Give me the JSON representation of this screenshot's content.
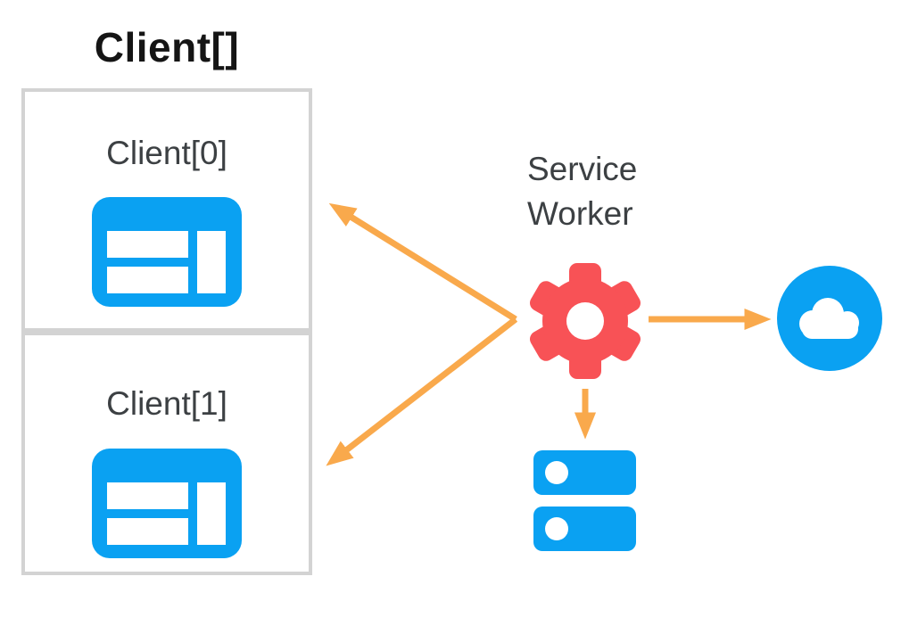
{
  "diagram": {
    "title": "Client[]",
    "clients": [
      {
        "label": "Client[0]",
        "icon": "browser-window-icon"
      },
      {
        "label": "Client[1]",
        "icon": "browser-window-icon"
      }
    ],
    "service_worker": {
      "label_line1": "Service",
      "label_line2": "Worker",
      "icon": "gear-icon"
    },
    "network": {
      "icon": "cloud-icon"
    },
    "storage": {
      "icon": "database-icon"
    },
    "arrows": [
      {
        "name": "arrow-to-client0",
        "from": "service-worker",
        "to": "client-0"
      },
      {
        "name": "arrow-to-client1",
        "from": "service-worker",
        "to": "client-1"
      },
      {
        "name": "arrow-to-cloud",
        "from": "service-worker",
        "to": "cloud"
      },
      {
        "name": "arrow-to-storage",
        "from": "service-worker",
        "to": "storage"
      }
    ],
    "colors": {
      "blue": "#0AA1F2",
      "red": "#F85256",
      "orange": "#F9A94C",
      "box_border": "#D3D3D3",
      "label_text": "#3C4043",
      "title_text": "#151515"
    }
  }
}
